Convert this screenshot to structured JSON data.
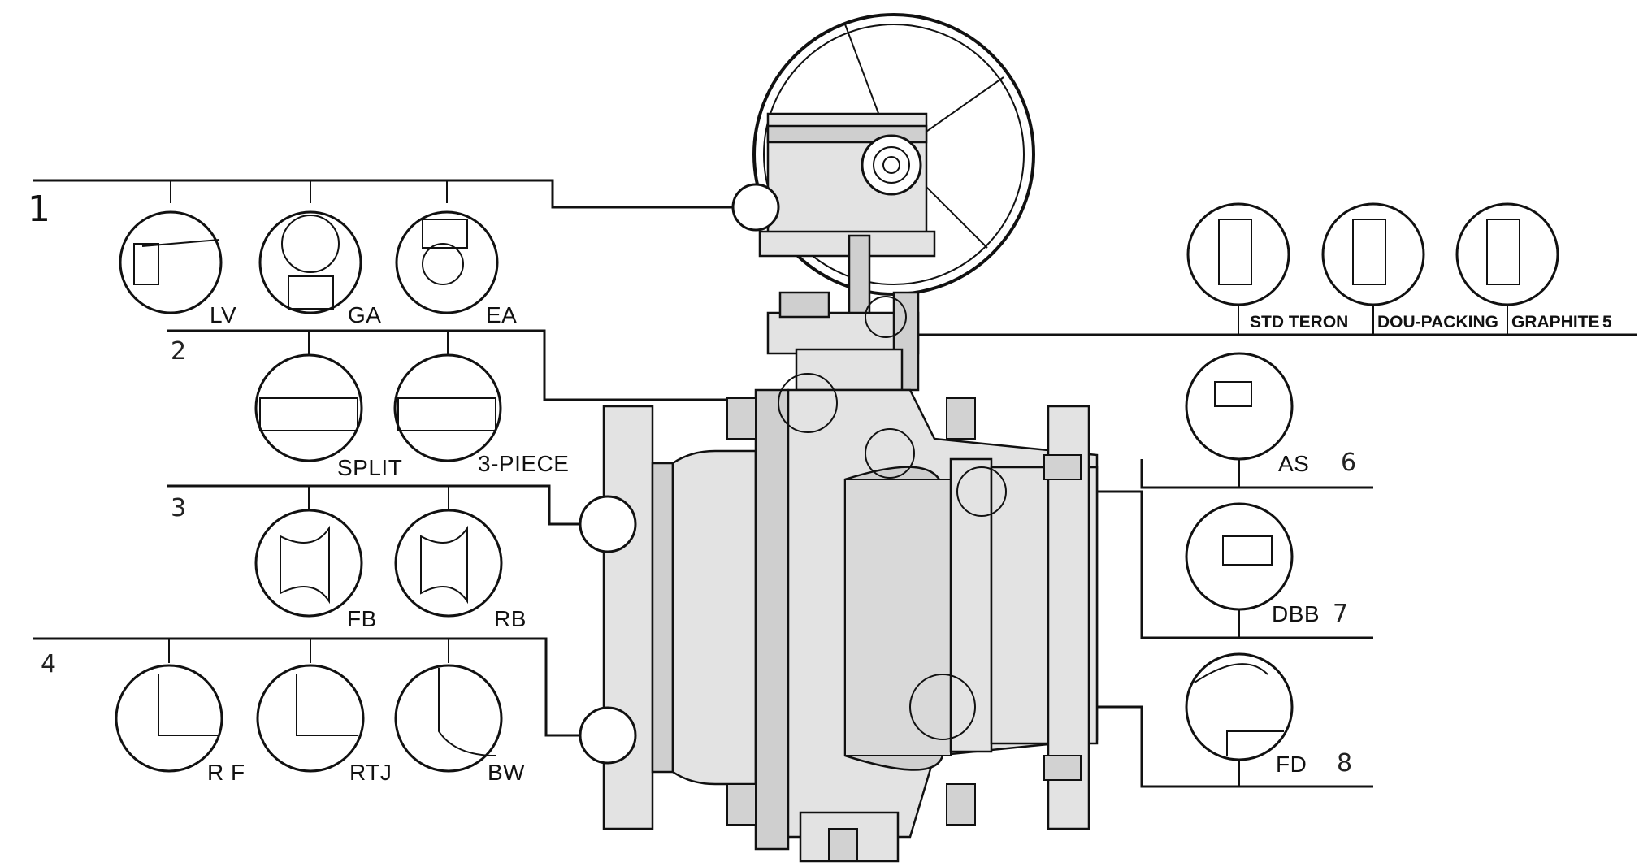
{
  "groups": [
    {
      "number": "1",
      "options": [
        "LV",
        "GA",
        "EA"
      ]
    },
    {
      "number": "2",
      "options": [
        "SPLIT",
        "3-PIECE"
      ]
    },
    {
      "number": "3",
      "options": [
        "FB",
        "RB"
      ]
    },
    {
      "number": "4",
      "options": [
        "R F",
        "RTJ",
        "BW"
      ]
    },
    {
      "number": "5",
      "options": [
        "STD TERON",
        "DOU-PACKING",
        "GRAPHITE"
      ]
    },
    {
      "number": "6",
      "options": [
        "AS"
      ]
    },
    {
      "number": "7",
      "options": [
        "DBB"
      ]
    },
    {
      "number": "8",
      "options": [
        "FD"
      ]
    }
  ]
}
